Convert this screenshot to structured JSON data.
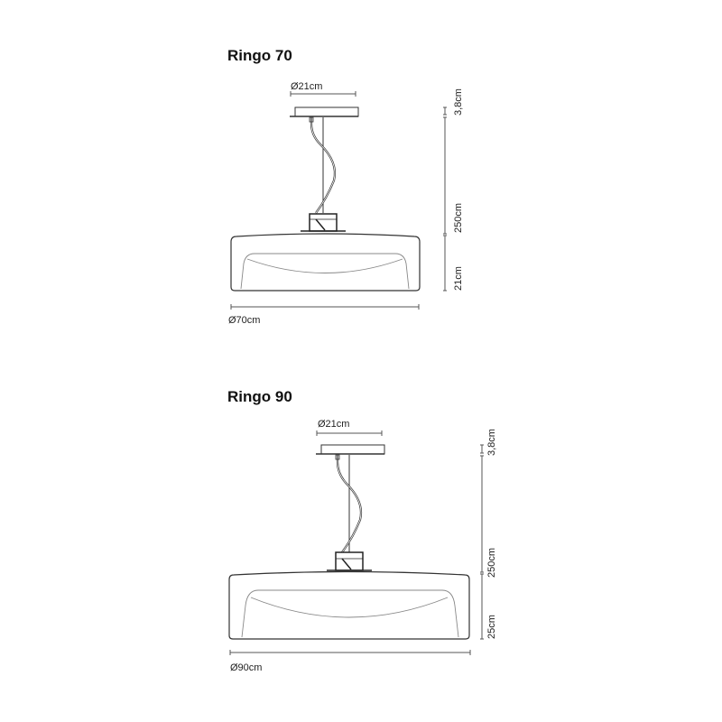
{
  "products": [
    {
      "title": "Ringo 70",
      "canopy_diameter": "Ø21cm",
      "shade_diameter": "Ø70cm",
      "canopy_height": "3,8cm",
      "cable_length": "250cm",
      "shade_height": "21cm"
    },
    {
      "title": "Ringo 90",
      "canopy_diameter": "Ø21cm",
      "shade_diameter": "Ø90cm",
      "canopy_height": "3,8cm",
      "cable_length": "250cm",
      "shade_height": "25cm"
    }
  ],
  "colors": {
    "line": "#333333",
    "dimension_line": "#555555",
    "inner_line": "#888888"
  }
}
